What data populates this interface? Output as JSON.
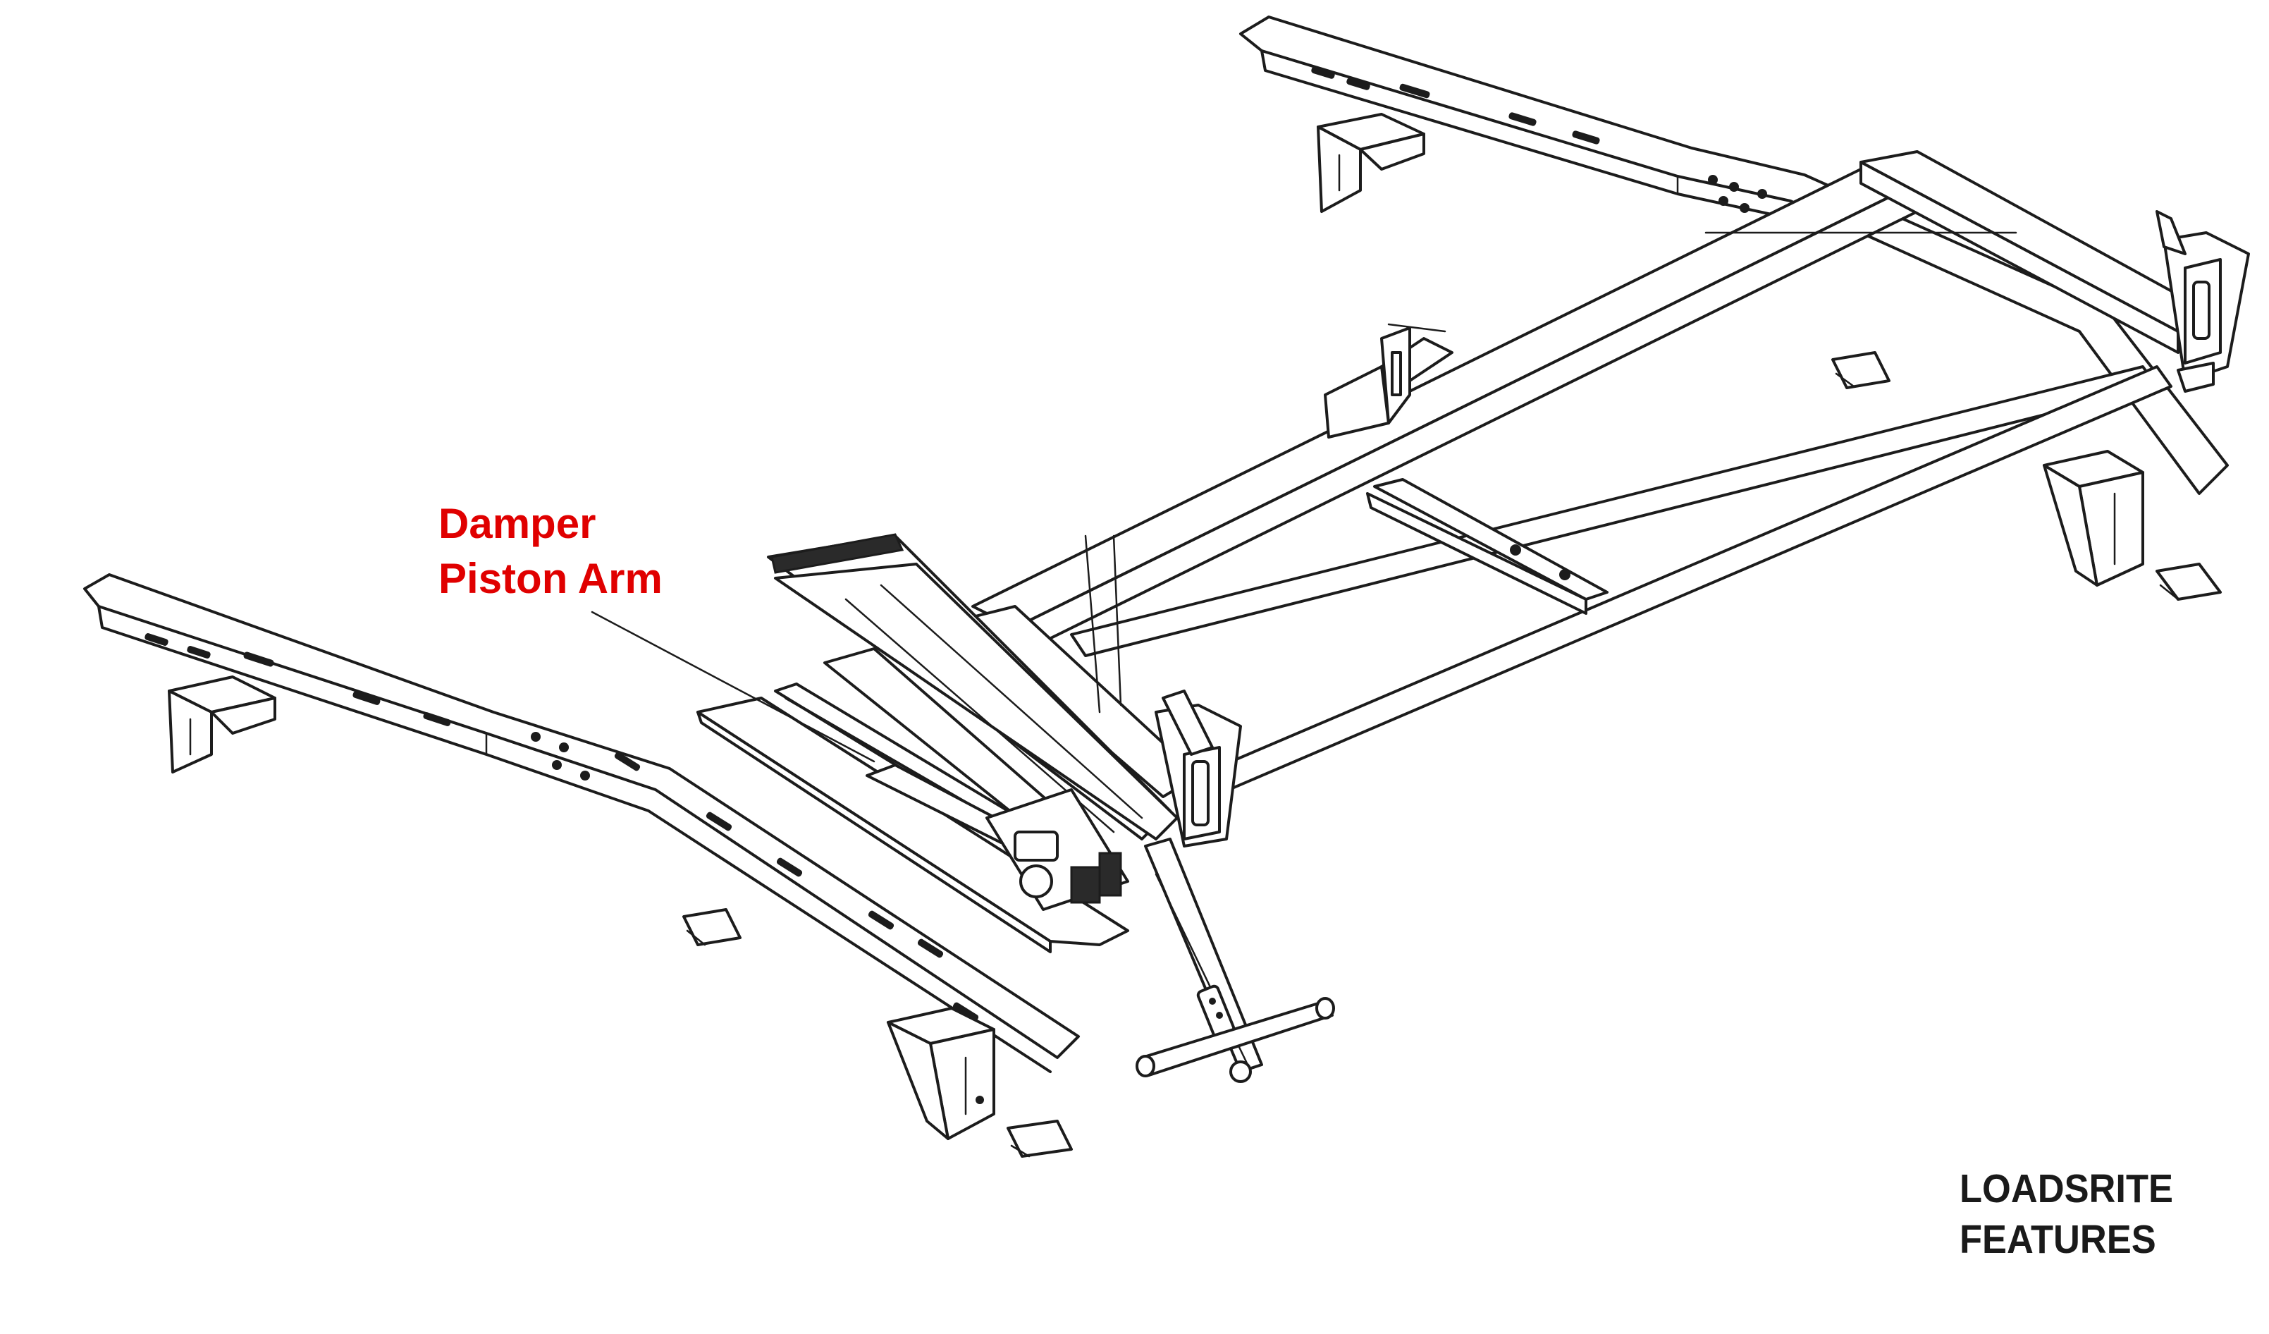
{
  "callout": {
    "line1": "Damper",
    "line2": "Piston Arm"
  },
  "brand": {
    "line1": "LOADSRITE",
    "line2": "FEATURES"
  },
  "colors": {
    "callout_text": "#e00000",
    "line_art": "#1c1c1c",
    "background": "#ffffff",
    "brand_text": "#1a1a1a"
  }
}
